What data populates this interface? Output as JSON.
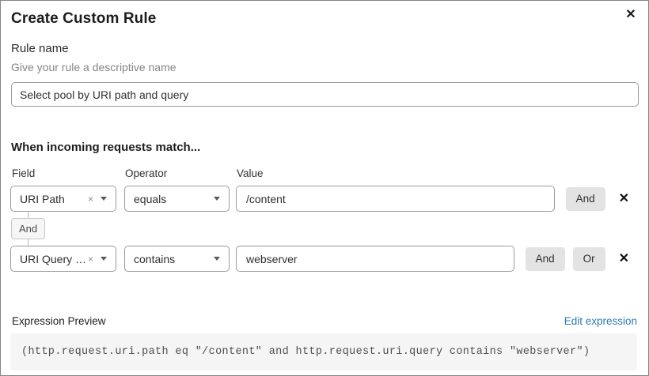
{
  "dialog": {
    "title": "Create Custom Rule"
  },
  "rule_name": {
    "label": "Rule name",
    "helper": "Give your rule a descriptive name",
    "value": "Select pool by URI path and query"
  },
  "match": {
    "heading": "When incoming requests match...",
    "columns": {
      "field": "Field",
      "operator": "Operator",
      "value": "Value"
    },
    "rows": [
      {
        "field": "URI Path",
        "operator": "equals",
        "value": "/content"
      },
      {
        "field": "URI Query St...",
        "operator": "contains",
        "value": "webserver"
      }
    ],
    "connector_label": "And",
    "and_label": "And",
    "or_label": "Or",
    "remove_icon": "✕",
    "clear_icon": "×"
  },
  "expression": {
    "label": "Expression Preview",
    "edit_link": "Edit expression",
    "code": "(http.request.uri.path eq \"/content\" and http.request.uri.query contains \"webserver\")"
  },
  "icons": {
    "close": "✕"
  },
  "colors": {
    "link": "#2c7db2",
    "action_button_bg": "#e3e3e3",
    "code_block_bg": "#f5f5f5",
    "input_border": "#9a9a9a"
  }
}
